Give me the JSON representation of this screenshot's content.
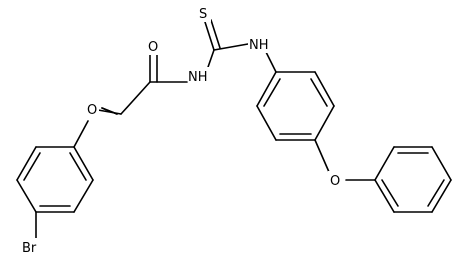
{
  "molecule": {
    "atoms": {
      "br": "Br",
      "o_ether1": "O",
      "o_carbonyl": "O",
      "nh_amide": "NH",
      "s_thio": "S",
      "nh_thio": "NH",
      "o_ether2": "O"
    }
  }
}
